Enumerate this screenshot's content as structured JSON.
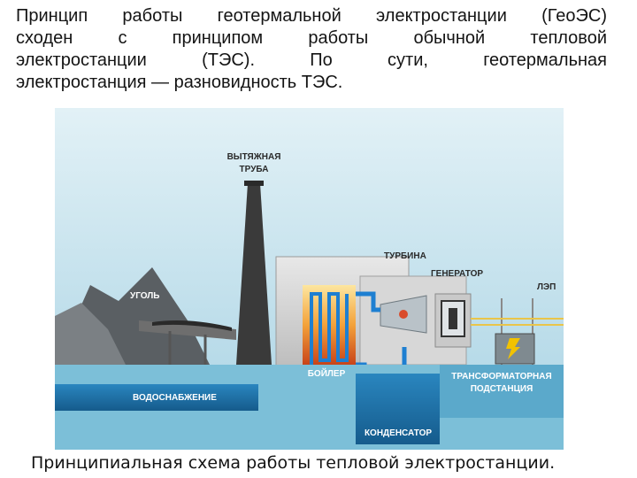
{
  "intro": {
    "lines": [
      "Принцип работы геотермальной электростанции (ГеоЭС)",
      "сходен с принципом работы обычной тепловой",
      "электростанции (ТЭС). По сути, геотермальная",
      "электростанция — разновидность ТЭС."
    ]
  },
  "diagram": {
    "labels": {
      "chimney_line1": "ВЫТЯЖНАЯ",
      "chimney_line2": "ТРУБА",
      "turbine": "ТУРБИНА",
      "generator": "ГЕНЕРАТОР",
      "coal": "УГОЛЬ",
      "power_line": "ЛЭП",
      "boiler": "БОЙЛЕР",
      "transformer_line1": "ТРАНСФОРМАТОРНАЯ",
      "transformer_line2": "ПОДСТАНЦИЯ",
      "water_supply": "ВОДОСНАБЖЕНИЕ",
      "condenser": "КОНДЕНСАТОР"
    },
    "colors": {
      "sky": "#cfe6ee",
      "water_light": "#5ab4d8",
      "water_dark": "#1d6fa6",
      "ground": "#79bcd6",
      "coal_pile": "#4a4a4a",
      "chimney": "#3a3a3a",
      "fire": "#f0a030",
      "pipe_blue": "#1e7fd1",
      "label": "#ffffff",
      "label_dark": "#2a2a2a"
    }
  },
  "caption": "Принципиальная схема работы тепловой электростанции."
}
